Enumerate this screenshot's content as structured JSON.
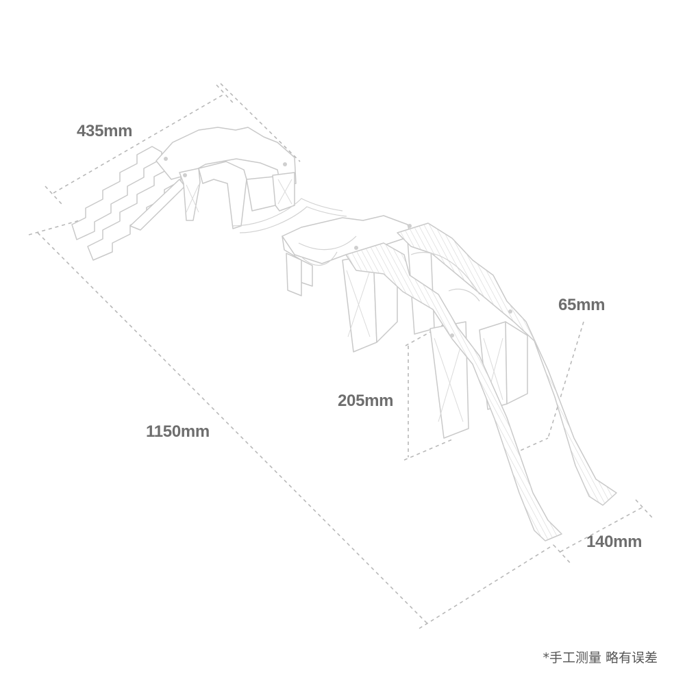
{
  "dimensions": {
    "width": "435mm",
    "length": "1150mm",
    "height": "205mm",
    "track_width": "65mm",
    "base_width": "140mm"
  },
  "note": "*手工测量 略有误差",
  "colors": {
    "label": "#6e6e6e",
    "dash": "#b8b8b8",
    "outline": "#c9c9c9",
    "background": "#ffffff"
  }
}
